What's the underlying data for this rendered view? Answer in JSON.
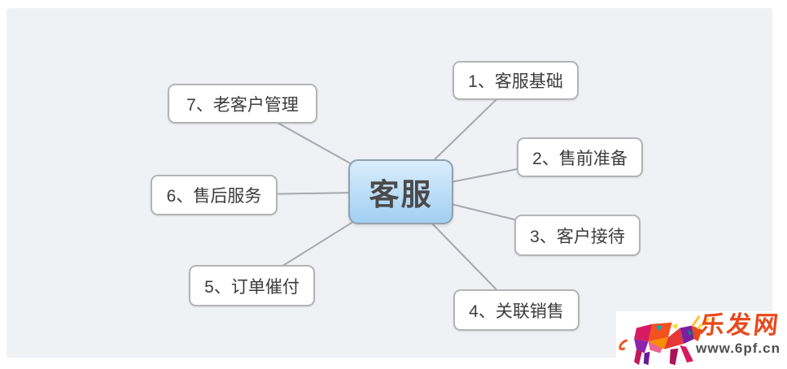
{
  "diagram": {
    "center": {
      "label": "客服"
    },
    "branches": [
      {
        "label": "1、客服基础"
      },
      {
        "label": "2、售前准备"
      },
      {
        "label": "3、客户接待"
      },
      {
        "label": "4、关联销售"
      },
      {
        "label": "5、订单催付"
      },
      {
        "label": "6、售后服务"
      },
      {
        "label": "7、老客户管理"
      }
    ]
  },
  "watermark": {
    "site_name": "乐发网",
    "site_url": "www.6pf.cn"
  },
  "colors": {
    "canvas_bg": "#f0f1f5",
    "page_bg": "#ffffff",
    "node_bg": "#ffffff",
    "node_border": "#b4b4b4",
    "node_text": "#3c3c3c",
    "line": "#a5a8ad",
    "center_top": "#daedfc",
    "center_bottom": "#a2cff2",
    "center_border": "#90a0ac",
    "center_text": "#4a4a4a",
    "wm_name": "#e8481c",
    "wm_url": "#4f4f4f"
  }
}
